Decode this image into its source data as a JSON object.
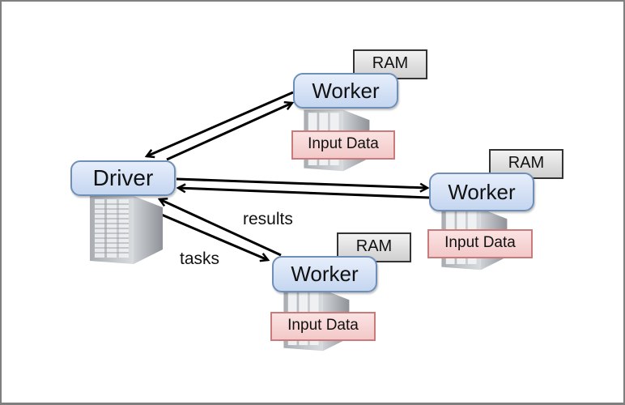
{
  "diagram": {
    "driver": {
      "label": "Driver"
    },
    "workers": [
      {
        "label": "Worker",
        "ram_label": "RAM",
        "data_label": "Input Data"
      },
      {
        "label": "Worker",
        "ram_label": "RAM",
        "data_label": "Input Data"
      },
      {
        "label": "Worker",
        "ram_label": "RAM",
        "data_label": "Input Data"
      }
    ],
    "edge_labels": {
      "results": "results",
      "tasks": "tasks"
    },
    "colors": {
      "node_fill": "#c5d6f0",
      "node_border": "#6f8fb8",
      "ram_fill": "#dcdcdc",
      "input_fill": "#f3c8c8",
      "input_border": "#c97a7a",
      "arrow": "#000000"
    }
  }
}
